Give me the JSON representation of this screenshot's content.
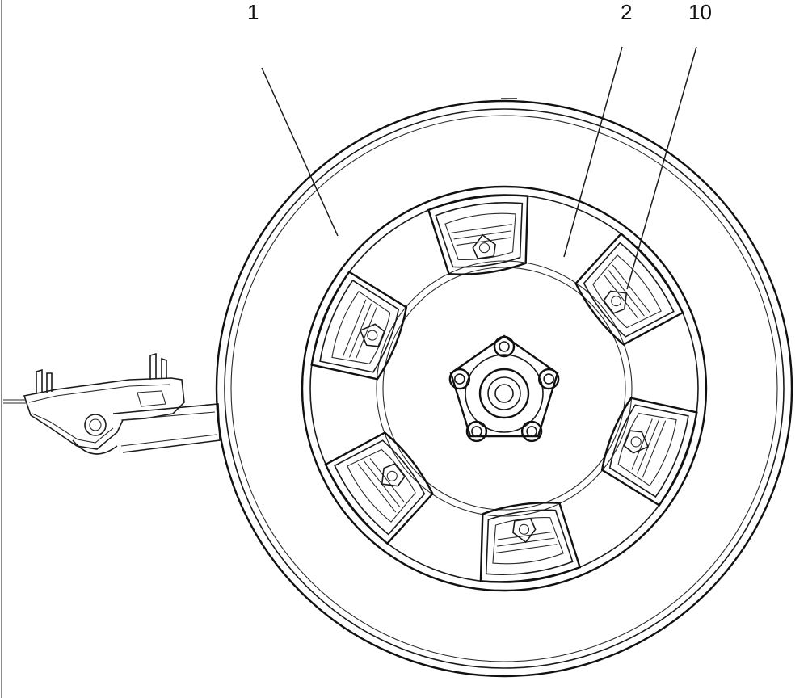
{
  "callouts": [
    {
      "id": "tire",
      "label": "1"
    },
    {
      "id": "spoke-pocket",
      "label": "2"
    },
    {
      "id": "rim-face",
      "label": "10"
    }
  ]
}
